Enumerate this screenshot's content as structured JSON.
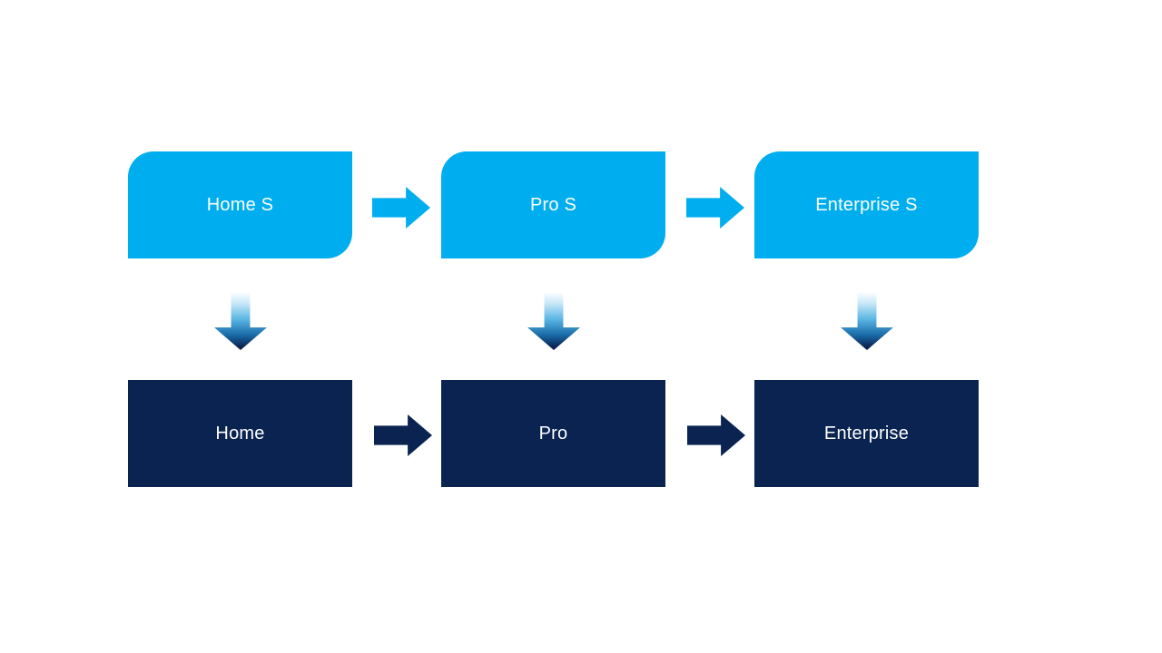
{
  "diagram": {
    "top_row": [
      {
        "label": "Home S"
      },
      {
        "label": "Pro S"
      },
      {
        "label": "Enterprise S"
      }
    ],
    "bottom_row": [
      {
        "label": "Home"
      },
      {
        "label": "Pro"
      },
      {
        "label": "Enterprise"
      }
    ]
  },
  "icons": {
    "right_arrow": "block-arrow-right (css clip-path shape)",
    "down_arrow": "block-arrow-down with vertical white-to-navy gradient (css clip-path shape)"
  },
  "colors": {
    "background": "#ffffff",
    "light_blue": "#00AEEF",
    "dark_navy": "#0A2351",
    "text": "#ffffff",
    "down_arrow_gradient_top": "#fdfeff",
    "down_arrow_gradient_mid": "#56b3e2",
    "down_arrow_gradient_bottom": "#0a2351"
  }
}
